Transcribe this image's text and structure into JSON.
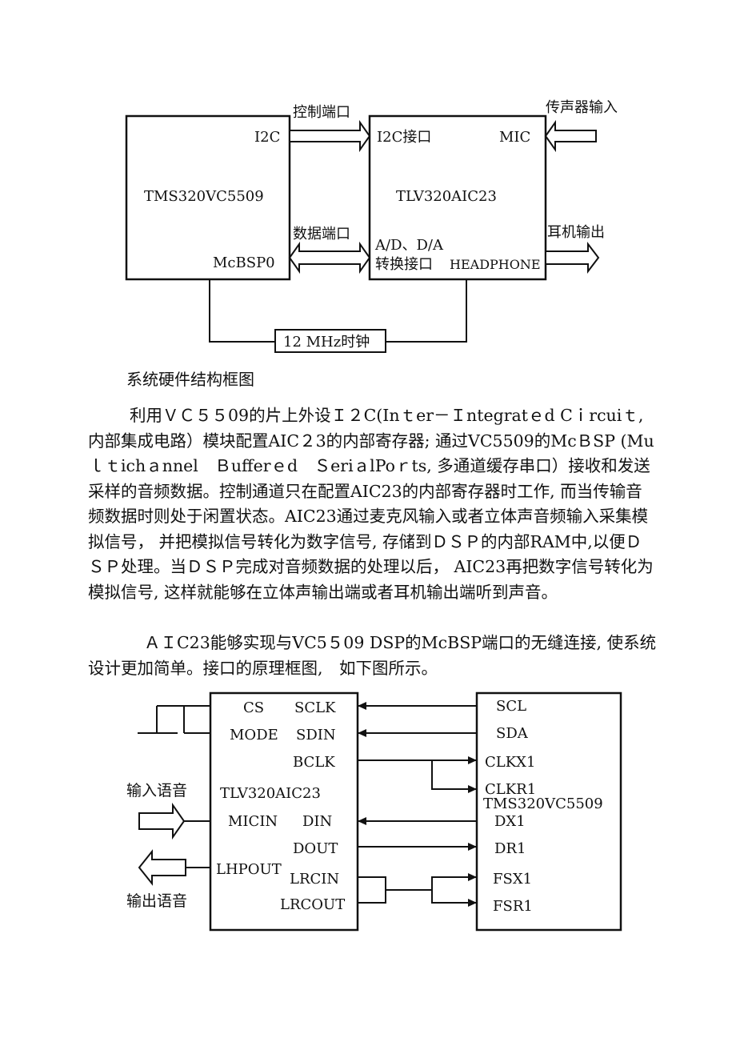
{
  "figure1": {
    "dsp_name": "TMS320VC5509",
    "dsp_i2c": "I2C",
    "dsp_mcbsp": "McBSP0",
    "codec_name": "TLV320AIC23",
    "codec_i2c": "I2C接口",
    "codec_mic": "MIC",
    "codec_ad_da": "A/D、D/A",
    "codec_conv": "转换接口",
    "codec_headphone": "HEADPHONE",
    "ctrl_port": "控制端口",
    "data_port": "数据端口",
    "mic_input": "传声器输入",
    "headphone_output": "耳机输出",
    "clock": "12 MHz时钟"
  },
  "caption": "系统硬件结构框图",
  "paragraphs": [
    "利用ＶＣ５５09的片上外设Ｉ２C(Inｔer－Ｉntegratｅd Cｉrcuiｔ, 内部集成电路）模块配置AIC２3的内部寄存器; 通过VC5509的McＢSP (Muｌｔichａnnel　Ｂufferｅd　ＳeriａlPoｒts, 多通道缓存串口）接收和发送采样的音频数据。控制通道只在配置AIC23的内部寄存器时工作, 而当传输音频数据时则处于闲置状态。AIC23通过麦克风输入或者立体声音频输入采集模拟信号， 并把模拟信号转化为数字信号, 存储到ＤＳＰ的内部RAM中,以便ＤＳＰ处理。当ＤＳＰ完成对音频数据的处理以后， AIC23再把数字信号转化为模拟信号, 这样就能够在立体声输出端或者耳机输出端听到声音。",
    "ＡＩC23能够实现与VC5５09 DSP的McBSP端口的无缝连接, 使系统设计更加简单。接口的原理框图,　如下图所示。"
  ],
  "figure2": {
    "left_pins": [
      "CS",
      "MODE",
      "MICIN",
      "LHPOUT"
    ],
    "right_pins": [
      "SCLK",
      "SDIN",
      "BCLK",
      "DIN",
      "DOUT",
      "LRCIN",
      "LRCOUT"
    ],
    "codec_name": "TLV320AIC23",
    "dsp_pins": [
      "SCL",
      "SDA",
      "CLKX1",
      "CLKR1",
      "DX1",
      "DR1",
      "FSX1",
      "FSR1"
    ],
    "dsp_name": "TMS320VC5509",
    "input_voice": "输入语音",
    "output_voice": "输出语音"
  }
}
